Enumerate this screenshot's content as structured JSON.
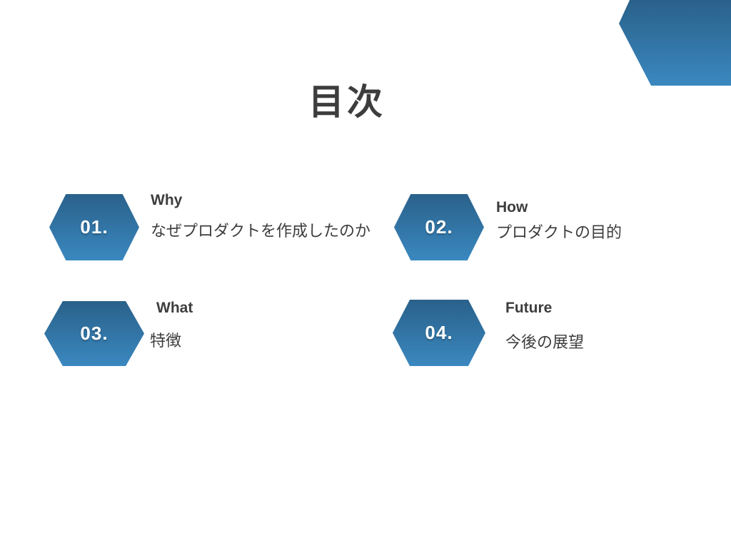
{
  "slide": {
    "title": "目次",
    "items": [
      {
        "num": "01.",
        "label": "Why",
        "desc": "なぜプロダクトを作成したのか"
      },
      {
        "num": "02.",
        "label": "How",
        "desc": "プロダクトの目的"
      },
      {
        "num": "03.",
        "label": "What",
        "desc": "特徴"
      },
      {
        "num": "04.",
        "label": "Future",
        "desc": "今後の展望"
      }
    ],
    "colors": {
      "background": "#ffffff",
      "hex_top": "#2a618a",
      "hex_bottom": "#3a88c0",
      "text": "#3d3d3d",
      "number_text": "#ffffff"
    }
  }
}
